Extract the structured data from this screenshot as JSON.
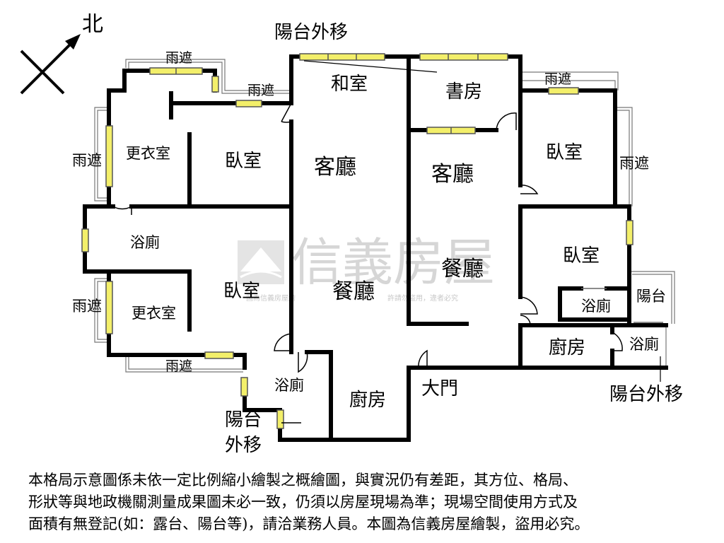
{
  "compass": {
    "north_label": "北"
  },
  "watermark": {
    "brand": "信義房屋",
    "notice_left": "圖為信義房屋繪",
    "notice_right": "許請勿盜用，違者必究"
  },
  "labels": {
    "balcony_moved_top": "陽台外移",
    "washitsu": "和室",
    "study": "書房",
    "canopy_top_left": "雨遮",
    "canopy_top_mid": "雨遮",
    "canopy_top_right": "雨遮",
    "canopy_left_upper": "雨遮",
    "canopy_left_lower": "雨遮",
    "canopy_right": "雨遮",
    "canopy_bottom": "雨遮",
    "dressing_room_upper": "更衣室",
    "dressing_room_lower": "更衣室",
    "bedroom_upper_left": "臥室",
    "bedroom_lower_left": "臥室",
    "bedroom_upper_right": "臥室",
    "bedroom_lower_right": "臥室",
    "living_room_left": "客廳",
    "living_room_right": "客廳",
    "dining_left": "餐廳",
    "dining_right": "餐廳",
    "bath_left": "浴廁",
    "bath_bottom": "浴廁",
    "bath_right_inner": "浴廁",
    "bath_right_outer": "浴廁",
    "balcony_right": "陽台",
    "kitchen_bottom": "廚房",
    "kitchen_right": "廚房",
    "main_door": "大門",
    "balcony_moved_right": "陽台外移",
    "balcony_moved_bottom_1": "陽台",
    "balcony_moved_bottom_2": "外移"
  },
  "disclaimer": {
    "line1": "本格局示意圖係未依一定比例縮小繪製之概繪圖，與實況仍有差距，其方位、格局、",
    "line2": "形狀等與地政機關測量成果圖未必一致，仍須以房屋現場為準；現場空間使用方式及",
    "line3": "面積有無登記(如：露台、陽台等)，請洽業務人員。本圖為信義房屋繪製，盜用必究。"
  },
  "colors": {
    "wall": "#000000",
    "window_fill": "#f3ef6a",
    "window_stroke": "#555555"
  }
}
